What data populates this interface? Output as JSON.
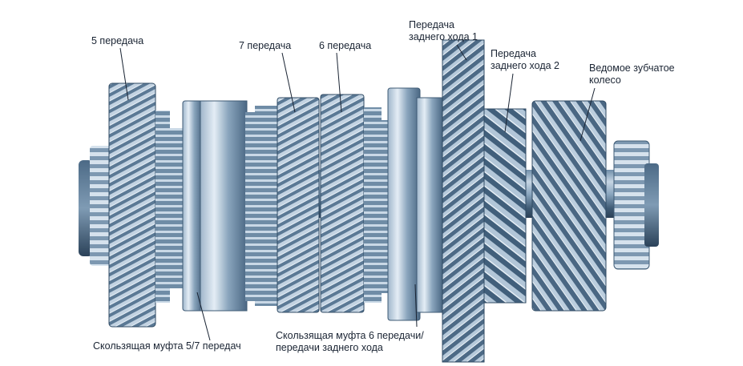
{
  "labels": {
    "gear5": "5 передача",
    "gear7": "7 передача",
    "gear6": "6 передача",
    "reverse1": [
      "Передача",
      "заднего хода 1"
    ],
    "reverse2": [
      "Передача",
      "заднего хода 2"
    ],
    "driven": [
      "Ведомое зубчатое",
      "колесо"
    ],
    "sleeve57": "Скользящая муфта 5/7 передач",
    "sleeve6r": [
      "Скользящая муфта 6 передачи/",
      "передачи заднего хода"
    ]
  },
  "colors": {
    "steel_dark": "#2f4a63",
    "steel_mid": "#5f7f9c",
    "steel_light": "#c9d8e6",
    "line": "#1a2433"
  }
}
